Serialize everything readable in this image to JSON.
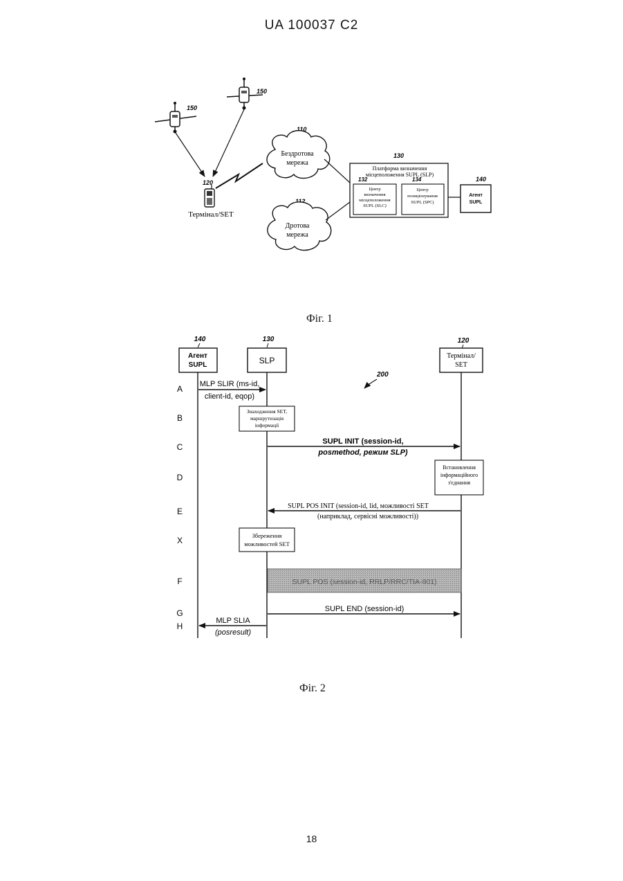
{
  "header": {
    "patent_number": "UA   100037   C2"
  },
  "page_number": "18",
  "fig1": {
    "caption": "Фіг. 1",
    "satellite_ref_left": "150",
    "satellite_ref_right": "150",
    "wireless": {
      "ref": "110",
      "line1": "Бездротова",
      "line2": "мережа"
    },
    "wired": {
      "ref": "112",
      "line1": "Дротова",
      "line2": "мережа"
    },
    "terminal": {
      "ref": "120",
      "label": "Термінал/SET"
    },
    "slp": {
      "ref": "130",
      "line1": "Платформа визначення",
      "line2": "місцеположення SUPL (SLP)"
    },
    "slc": {
      "ref": "132",
      "line1": "Центр",
      "line2": "визначення",
      "line3": "місцеположення",
      "line4": "SUPL (SLC)"
    },
    "spc": {
      "ref": "134",
      "line1": "Центр",
      "line2": "позиціонування",
      "line3": "SUPL (SPC)"
    },
    "agent": {
      "ref": "140",
      "line1": "Агент",
      "line2": "SUPL"
    }
  },
  "fig2": {
    "caption": "Фіг. 2",
    "flow_ref": "200",
    "entities": {
      "agent": {
        "ref": "140",
        "line1": "Агент",
        "line2": "SUPL"
      },
      "slp": {
        "ref": "130",
        "label": "SLP"
      },
      "terminal": {
        "ref": "120",
        "line1": "Термінал/",
        "line2": "SET"
      }
    },
    "rows": [
      "A",
      "B",
      "C",
      "D",
      "E",
      "X",
      "F",
      "G",
      "H"
    ],
    "msg_a": {
      "line1": "MLP SLIR (ms-id,",
      "line2": "client-id, eqop)"
    },
    "box_b": {
      "line1": "Знаходження SET,",
      "line2": "маршрутизація",
      "line3": "інформації"
    },
    "msg_c": {
      "line1": "SUPL INIT (session-id,",
      "line2": "posmethod, режим SLP)"
    },
    "box_d": {
      "line1": "Встановлення",
      "line2": "інформаційного",
      "line3": "з'єднання"
    },
    "msg_e": {
      "line1": "SUPL POS INIT (session-id, lid, можливості SET",
      "line2": "(наприклад, сервісні можливості))"
    },
    "box_x": {
      "line1": "Збереження",
      "line2": "можливостей SET"
    },
    "msg_f": "SUPL POS (session-id, RRLP/RRC/TIA-801)",
    "msg_g": "SUPL END (session-id)",
    "msg_h": {
      "line1": "MLP SLIA",
      "line2": "(posresult)"
    }
  }
}
